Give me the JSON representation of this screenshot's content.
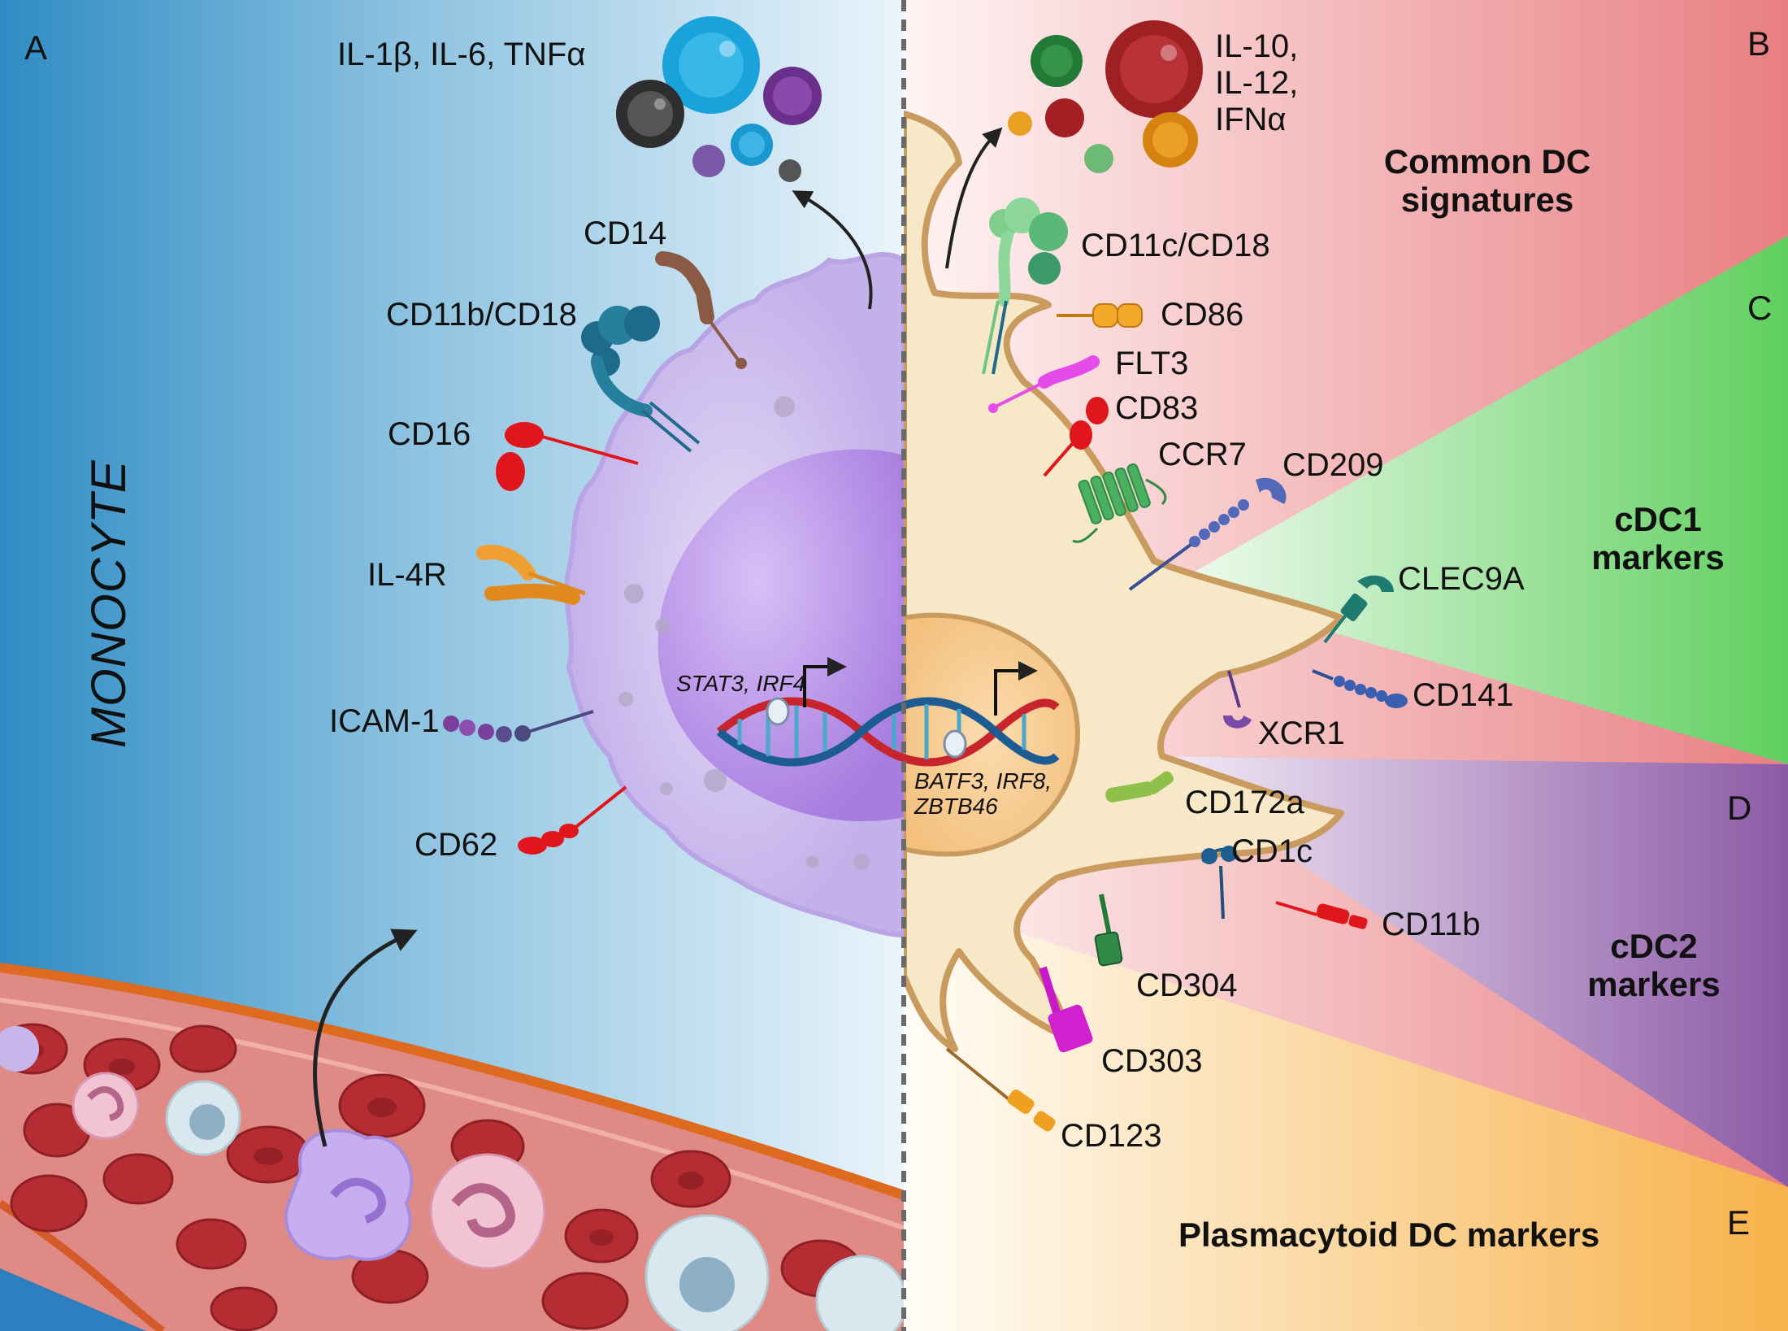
{
  "panels": {
    "a": "A",
    "b": "B",
    "c": "C",
    "d": "D",
    "e": "E"
  },
  "monocyte": {
    "title": "MONOCYTE",
    "cytokines": "IL-1β, IL-6, TNFα",
    "genes": "STAT3, IRF4",
    "markers": {
      "cd14": "CD14",
      "cd11b_cd18": "CD11b/CD18",
      "cd16": "CD16",
      "il4r": "IL-4R",
      "icam1": "ICAM-1",
      "cd62": "CD62"
    }
  },
  "dc": {
    "cytokines": "IL-10,\nIL-12,\nIFNα",
    "genes": "BATF3, IRF8,\nZBTB46",
    "common": {
      "heading": "Common DC\nsignatures",
      "markers": {
        "cd11c_cd18": "CD11c/CD18",
        "cd86": "CD86",
        "flt3": "FLT3",
        "cd83": "CD83",
        "ccr7": "CCR7",
        "cd209": "CD209"
      }
    },
    "cdc1": {
      "heading": "cDC1\nmarkers",
      "markers": {
        "clec9a": "CLEC9A",
        "cd141": "CD141",
        "xcr1": "XCR1"
      }
    },
    "cdc2": {
      "heading": "cDC2\nmarkers",
      "markers": {
        "cd172a": "CD172a",
        "cd1c": "CD1c",
        "cd11b": "CD11b",
        "cd304": "CD304"
      }
    },
    "pdc": {
      "heading": "Plasmacytoid DC markers",
      "markers": {
        "cd303": "CD303",
        "cd123": "CD123"
      }
    }
  },
  "colors": {
    "monocyte_bg": "#2f8cc4",
    "common_dc": "#e87f82",
    "cdc1": "#5fcf5e",
    "cdc2": "#8c5aa6",
    "pdc": "#f7b24a",
    "dc_cell": "#f7e8c7",
    "dc_outline": "#c99b5e",
    "monocyte_cell": "#d2c4ee",
    "nucleus": "#b58fe6",
    "rbc": "#b52c33"
  }
}
